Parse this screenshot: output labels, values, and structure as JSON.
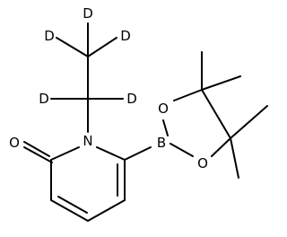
{
  "molecule": {
    "atoms": {
      "d1": "D",
      "d2": "D",
      "d3": "D",
      "d4": "D",
      "d5": "D",
      "n1": "N",
      "o_carbonyl": "O",
      "b1": "B",
      "o_upper": "O",
      "o_lower": "O"
    }
  },
  "colors": {
    "bond": "#000000",
    "label": "#000000",
    "background": "#ffffff"
  }
}
